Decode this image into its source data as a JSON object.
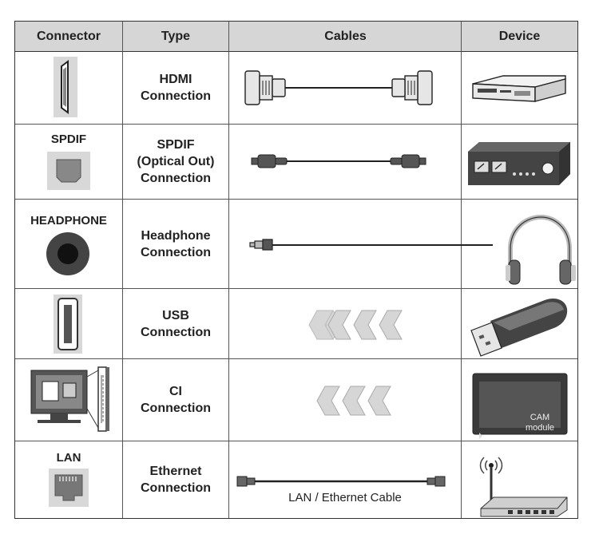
{
  "headers": [
    "Connector",
    "Type",
    "Cables",
    "Device"
  ],
  "rows": [
    {
      "connector_label": "",
      "type_lines": [
        "HDMI",
        "Connection"
      ],
      "cable_caption": ""
    },
    {
      "connector_label": "SPDIF",
      "type_lines": [
        "SPDIF",
        "(Optical Out)",
        "Connection"
      ],
      "cable_caption": ""
    },
    {
      "connector_label": "HEADPHONE",
      "type_lines": [
        "Headphone",
        "Connection"
      ],
      "cable_caption": ""
    },
    {
      "connector_label": "",
      "type_lines": [
        "USB",
        "Connection"
      ],
      "cable_caption": ""
    },
    {
      "connector_label": "",
      "type_lines": [
        "CI",
        "Connection"
      ],
      "cable_caption": ""
    },
    {
      "connector_label": "LAN",
      "type_lines": [
        "Ethernet",
        "Connection"
      ],
      "cable_caption": "LAN / Ethernet Cable"
    }
  ],
  "cam_module_text": [
    "CAM",
    "module"
  ],
  "icons": {
    "connectors": [
      "hdmi-port-icon",
      "spdif-port-icon",
      "headphone-jack-icon",
      "usb-port-icon",
      "tv-ci-slot-icon",
      "lan-port-icon"
    ],
    "cables": [
      "hdmi-cable-icon",
      "optical-cable-icon",
      "headphone-cable-icon",
      "usb-arrows-icon",
      "ci-arrows-icon",
      "ethernet-cable-icon"
    ],
    "devices": [
      "dvd-player-icon",
      "audio-amplifier-icon",
      "headphones-icon",
      "usb-stick-icon",
      "cam-module-icon",
      "router-icon"
    ]
  }
}
